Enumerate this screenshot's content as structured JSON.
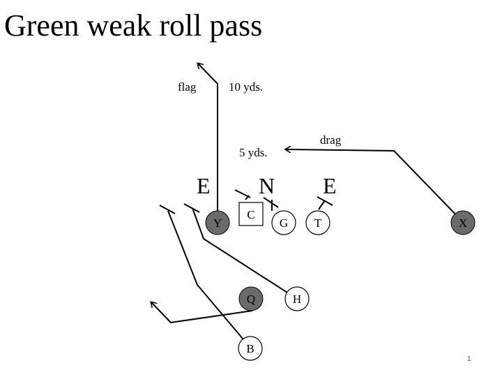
{
  "title": "Green weak roll pass",
  "slide_number": "1",
  "route_labels": {
    "flag": "flag",
    "flag_depth": "10 yds.",
    "drag": "drag",
    "drag_depth": "5 yds."
  },
  "defense": [
    {
      "id": "end-left",
      "label": "E"
    },
    {
      "id": "nose",
      "label": "N"
    },
    {
      "id": "end-right",
      "label": "E"
    }
  ],
  "offense": [
    {
      "id": "y",
      "label": "Y",
      "filled": true
    },
    {
      "id": "c",
      "label": "C",
      "shape": "square",
      "filled": false
    },
    {
      "id": "g",
      "label": "G",
      "filled": false
    },
    {
      "id": "t",
      "label": "T",
      "filled": false
    },
    {
      "id": "x",
      "label": "X",
      "filled": true
    },
    {
      "id": "q",
      "label": "Q",
      "filled": true
    },
    {
      "id": "h",
      "label": "H",
      "filled": false
    },
    {
      "id": "b",
      "label": "B",
      "filled": false
    }
  ],
  "colors": {
    "filled_player": "#6b6b6b",
    "open_player": "#ffffff",
    "line": "#000000"
  }
}
